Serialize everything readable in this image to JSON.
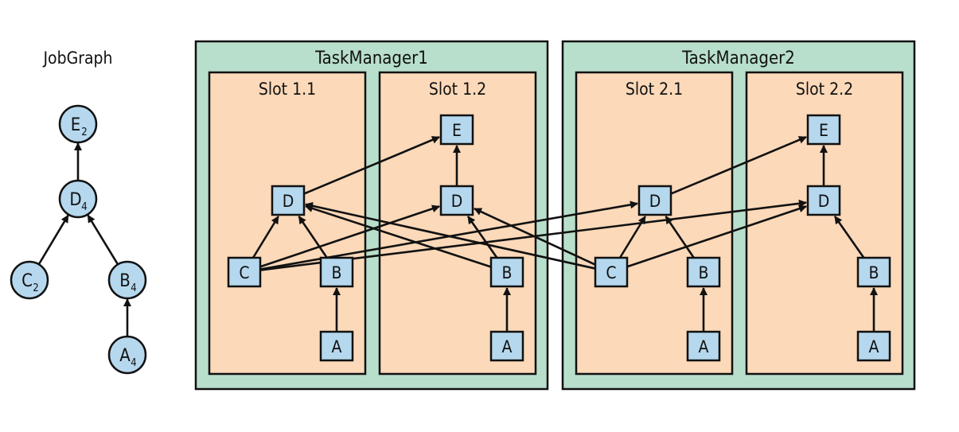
{
  "job_graph": {
    "title": "JobGraph",
    "nodes": [
      {
        "id": "E",
        "label": "E",
        "sub": "2"
      },
      {
        "id": "D",
        "label": "D",
        "sub": "4"
      },
      {
        "id": "C",
        "label": "C",
        "sub": "2"
      },
      {
        "id": "B",
        "label": "B",
        "sub": "4"
      },
      {
        "id": "A",
        "label": "A",
        "sub": "4"
      }
    ],
    "edges": [
      [
        "D",
        "E"
      ],
      [
        "C",
        "D"
      ],
      [
        "B",
        "D"
      ],
      [
        "A",
        "B"
      ]
    ]
  },
  "task_managers": [
    {
      "title": "TaskManager1",
      "slots": [
        {
          "title": "Slot 1.1",
          "tasks": [
            "D",
            "C",
            "B",
            "A"
          ]
        },
        {
          "title": "Slot 1.2",
          "tasks": [
            "E",
            "D",
            "B",
            "A"
          ]
        }
      ]
    },
    {
      "title": "TaskManager2",
      "slots": [
        {
          "title": "Slot 2.1",
          "tasks": [
            "D",
            "C",
            "B",
            "A"
          ]
        },
        {
          "title": "Slot 2.2",
          "tasks": [
            "E",
            "D",
            "B",
            "A"
          ]
        }
      ]
    }
  ],
  "connections": [
    [
      "Slot 1.1:A",
      "Slot 1.1:B"
    ],
    [
      "Slot 1.2:A",
      "Slot 1.2:B"
    ],
    [
      "Slot 2.1:A",
      "Slot 2.1:B"
    ],
    [
      "Slot 2.2:A",
      "Slot 2.2:B"
    ],
    [
      "Slot 1.2:D",
      "Slot 1.2:E"
    ],
    [
      "Slot 2.2:D",
      "Slot 2.2:E"
    ],
    [
      "Slot 1.1:D",
      "Slot 1.2:E"
    ],
    [
      "Slot 2.1:D",
      "Slot 2.2:E"
    ],
    [
      "Slot 1.1:C",
      "Slot 1.1:D"
    ],
    [
      "Slot 1.1:C",
      "Slot 1.2:D"
    ],
    [
      "Slot 1.1:C",
      "Slot 2.1:D"
    ],
    [
      "Slot 1.1:C",
      "Slot 2.2:D"
    ],
    [
      "Slot 2.1:C",
      "Slot 1.1:D"
    ],
    [
      "Slot 2.1:C",
      "Slot 1.2:D"
    ],
    [
      "Slot 2.1:C",
      "Slot 2.1:D"
    ],
    [
      "Slot 2.1:C",
      "Slot 2.2:D"
    ],
    [
      "Slot 1.1:B",
      "Slot 1.1:D"
    ],
    [
      "Slot 1.2:B",
      "Slot 1.2:D"
    ],
    [
      "Slot 2.1:B",
      "Slot 2.1:D"
    ],
    [
      "Slot 2.2:B",
      "Slot 2.2:D"
    ],
    [
      "Slot 1.2:B",
      "Slot 1.1:D"
    ]
  ],
  "colors": {
    "task_manager_fill": "#b8dfcb",
    "slot_fill": "#fbd9b9",
    "node_fill": "#b6d8ee",
    "stroke": "#111111"
  }
}
